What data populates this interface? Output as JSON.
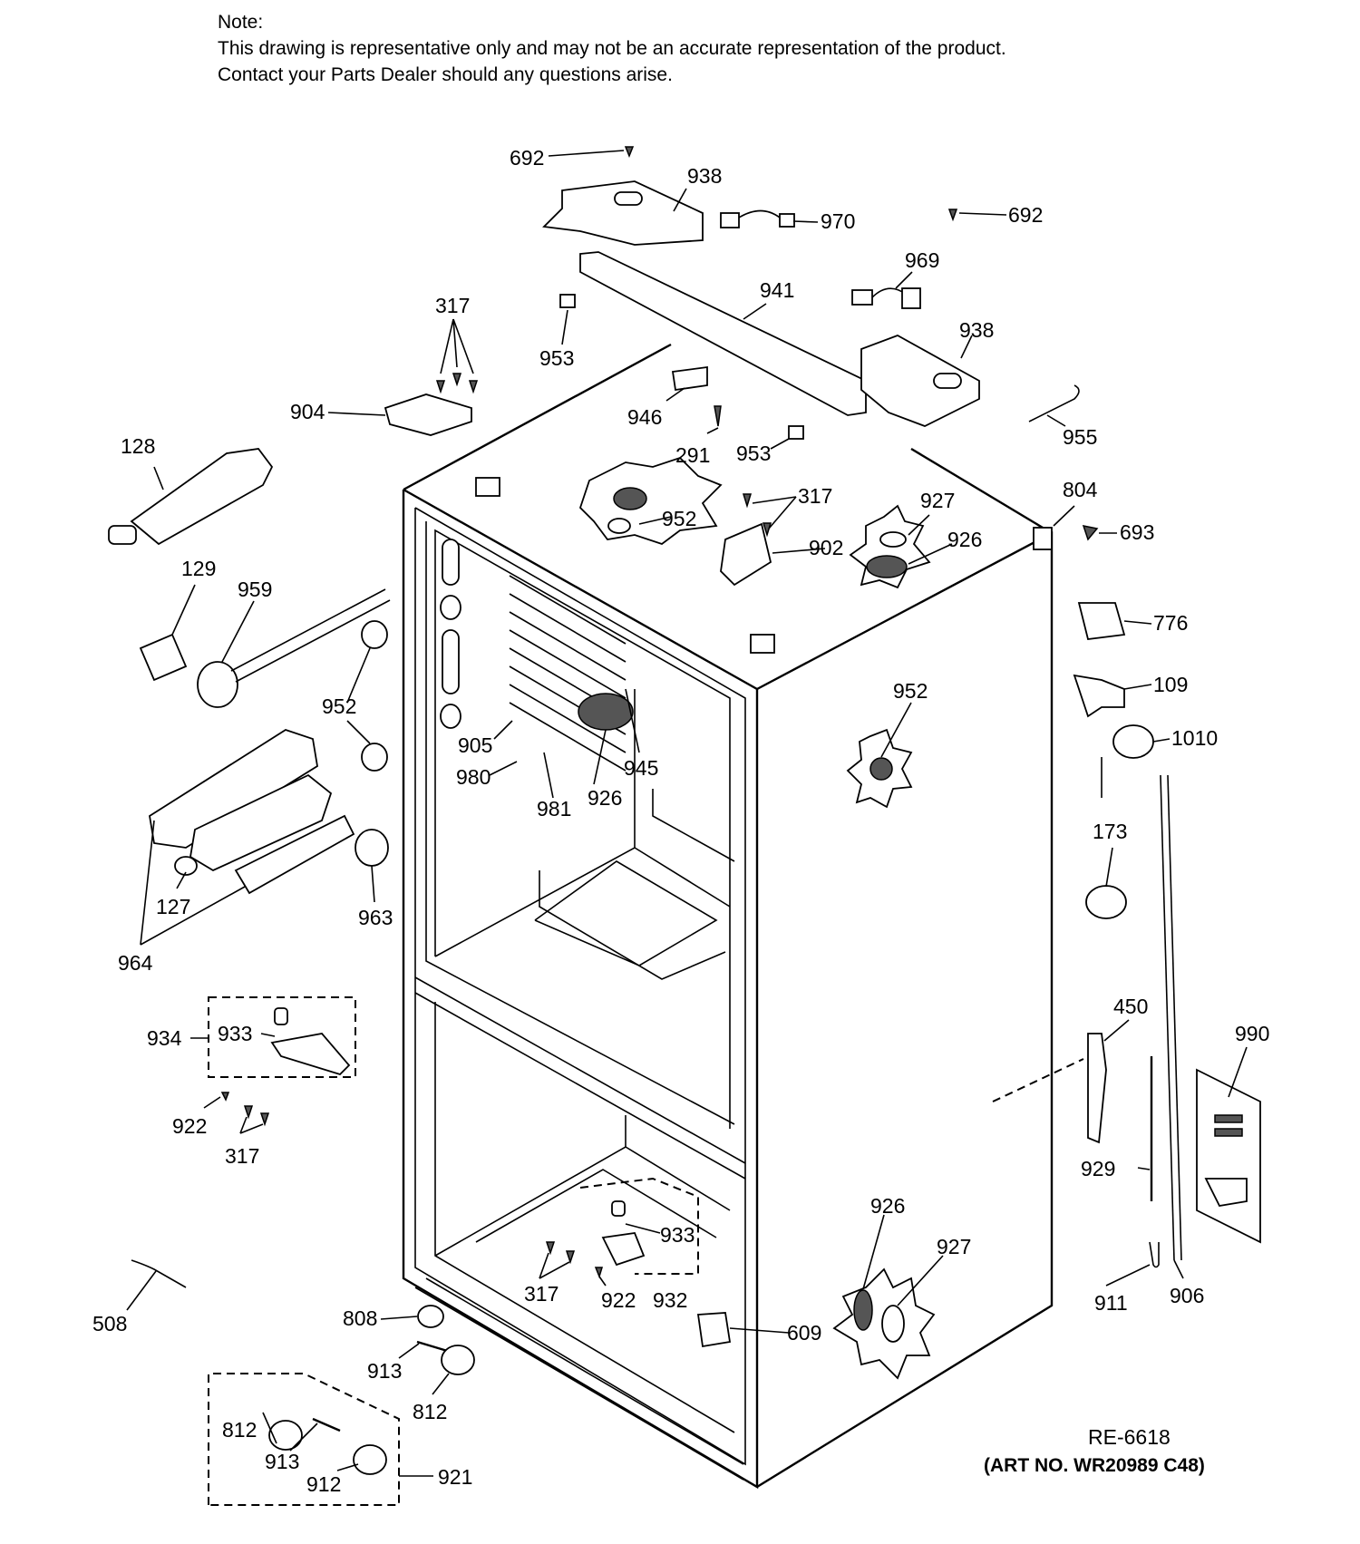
{
  "note": {
    "heading": "Note:",
    "line1": "This drawing is representative only and may not be an accurate representation of the product.",
    "line2": "Contact your Parts Dealer should any questions arise."
  },
  "footer": {
    "ref": "RE-6618",
    "art_no": "(ART NO. WR20989 C48)"
  },
  "callouts": [
    {
      "id": "c692a",
      "text": "692"
    },
    {
      "id": "c938a",
      "text": "938"
    },
    {
      "id": "c970",
      "text": "970"
    },
    {
      "id": "c692b",
      "text": "692"
    },
    {
      "id": "c969",
      "text": "969"
    },
    {
      "id": "c941",
      "text": "941"
    },
    {
      "id": "c317a",
      "text": "317"
    },
    {
      "id": "c953a",
      "text": "953"
    },
    {
      "id": "c938b",
      "text": "938"
    },
    {
      "id": "c904",
      "text": "904"
    },
    {
      "id": "c946",
      "text": "946"
    },
    {
      "id": "c291",
      "text": "291"
    },
    {
      "id": "c953b",
      "text": "953"
    },
    {
      "id": "c955",
      "text": "955"
    },
    {
      "id": "c128",
      "text": "128"
    },
    {
      "id": "c952a",
      "text": "952"
    },
    {
      "id": "c317b",
      "text": "317"
    },
    {
      "id": "c804",
      "text": "804"
    },
    {
      "id": "c927a",
      "text": "927"
    },
    {
      "id": "c693",
      "text": "693"
    },
    {
      "id": "c926a",
      "text": "926"
    },
    {
      "id": "c902",
      "text": "902"
    },
    {
      "id": "c129",
      "text": "129"
    },
    {
      "id": "c959",
      "text": "959"
    },
    {
      "id": "c776",
      "text": "776"
    },
    {
      "id": "c109",
      "text": "109"
    },
    {
      "id": "c952b",
      "text": "952"
    },
    {
      "id": "c952c",
      "text": "952"
    },
    {
      "id": "c905",
      "text": "905"
    },
    {
      "id": "c1010",
      "text": "1010"
    },
    {
      "id": "c980",
      "text": "980"
    },
    {
      "id": "c945",
      "text": "945"
    },
    {
      "id": "c926b",
      "text": "926"
    },
    {
      "id": "c981",
      "text": "981"
    },
    {
      "id": "c173",
      "text": "173"
    },
    {
      "id": "c127",
      "text": "127"
    },
    {
      "id": "c963",
      "text": "963"
    },
    {
      "id": "c964",
      "text": "964"
    },
    {
      "id": "c450",
      "text": "450"
    },
    {
      "id": "c990",
      "text": "990"
    },
    {
      "id": "c933a",
      "text": "933"
    },
    {
      "id": "c934",
      "text": "934"
    },
    {
      "id": "c922a",
      "text": "922"
    },
    {
      "id": "c317c",
      "text": "317"
    },
    {
      "id": "c929",
      "text": "929"
    },
    {
      "id": "c926c",
      "text": "926"
    },
    {
      "id": "c933b",
      "text": "933"
    },
    {
      "id": "c927b",
      "text": "927"
    },
    {
      "id": "c317d",
      "text": "317"
    },
    {
      "id": "c922b",
      "text": "922"
    },
    {
      "id": "c932",
      "text": "932"
    },
    {
      "id": "c911",
      "text": "911"
    },
    {
      "id": "c906",
      "text": "906"
    },
    {
      "id": "c508",
      "text": "508"
    },
    {
      "id": "c808",
      "text": "808"
    },
    {
      "id": "c609",
      "text": "609"
    },
    {
      "id": "c913a",
      "text": "913"
    },
    {
      "id": "c812a",
      "text": "812"
    },
    {
      "id": "c812b",
      "text": "812"
    },
    {
      "id": "c913b",
      "text": "913"
    },
    {
      "id": "c912",
      "text": "912"
    },
    {
      "id": "c921",
      "text": "921"
    }
  ]
}
